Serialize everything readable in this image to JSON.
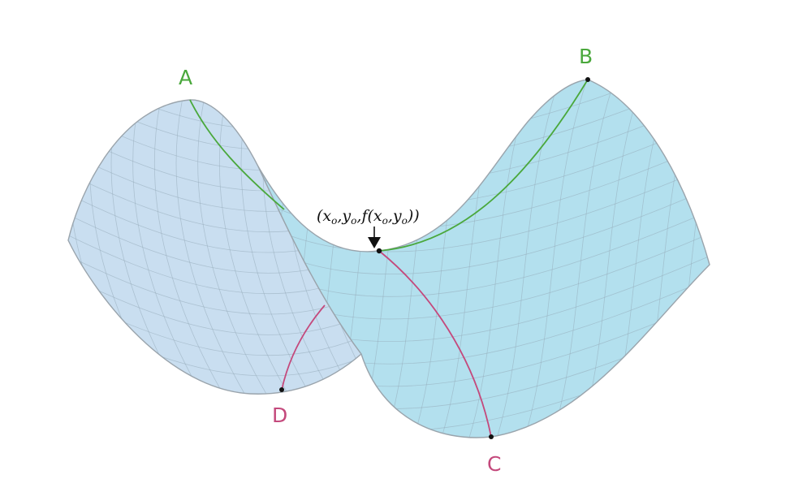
{
  "diagram": {
    "kind": "saddle-surface",
    "colors": {
      "surface_back": "#c9def0",
      "surface_front": "#b3e0ee",
      "mesh": "#94aab8",
      "outline": "#9aa4ac",
      "curve_green": "#4aa83c",
      "curve_magenta": "#c4497c",
      "point": "#111111"
    },
    "points": {
      "A": {
        "label": "A",
        "color": "#4aa83c"
      },
      "B": {
        "label": "B",
        "color": "#4aa83c"
      },
      "C": {
        "label": "C",
        "color": "#c4497c"
      },
      "D": {
        "label": "D",
        "color": "#c4497c"
      }
    },
    "annotation": {
      "paren_open": "(",
      "x": "x",
      "sub_x": "o",
      "comma1": ",",
      "y": "y",
      "sub_y": "o",
      "comma2": ",",
      "f": "f(",
      "x2": "x",
      "sub_x2": "o",
      "comma3": ",",
      "y2": "y",
      "sub_y2": "o",
      "close": "))"
    }
  }
}
